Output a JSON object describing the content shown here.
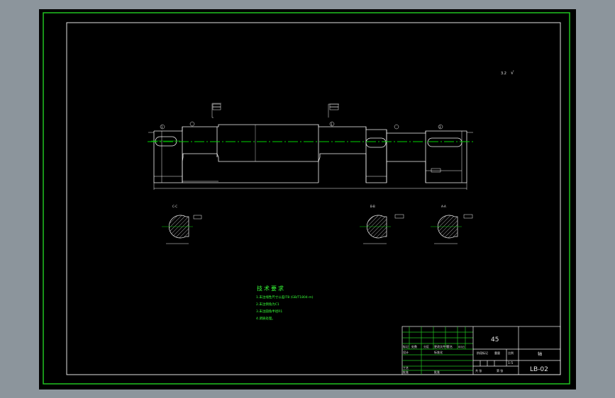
{
  "scale_label": "3.2",
  "rough_symbol": "√",
  "datum_marks": {
    "left": "1",
    "mid": "1",
    "right": "3"
  },
  "section_labels": [
    "C-C",
    "B-B",
    "A-A"
  ],
  "technical_requirements": {
    "title": "技术要求",
    "items": [
      "1.未注线性尺寸公差IT8 (GB/T1804-m)",
      "2.未注倒角为C1",
      "3.未注圆角半径R1",
      "4.调质处理。"
    ]
  },
  "title_block": {
    "material": "45",
    "scale": "1:5",
    "drawing_number": "LB-02",
    "part_name": "轴",
    "grid_labels": {
      "mark": "标记",
      "count": "处数",
      "zone": "分区",
      "change_doc": "更改文件号",
      "signature": "签名",
      "date": "年月日",
      "designer": "设计",
      "standardize": "标准化",
      "process": "工艺",
      "approve": "批准",
      "stage_mark": "阶段标记",
      "weight": "重量",
      "ratio": "比例",
      "sheet": "共 张",
      "sheet_no": "第 张"
    }
  },
  "colors": {
    "background": "#8c959c",
    "paper": "#000000",
    "frame": "#21c321",
    "lines": "#ffffff",
    "centerline": "#00d200",
    "text_green": "#37ff37"
  }
}
